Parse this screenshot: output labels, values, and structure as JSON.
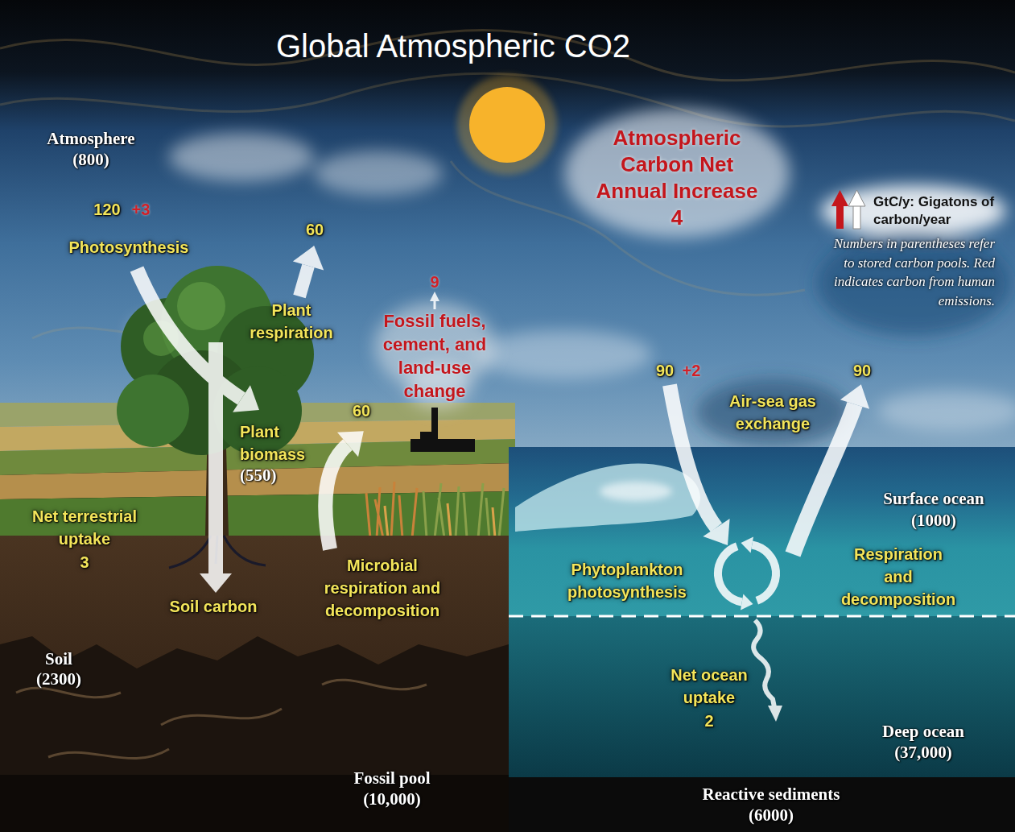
{
  "diagram": {
    "title": "Global Atmospheric CO2",
    "labels": [
      "Atmosphere",
      "(800)",
      "120",
      "+3",
      "Photosynthesis",
      "60",
      "Plant respiration",
      "9",
      "Fossil fuels, cement, and land-use change",
      "60",
      "Plant biomass",
      "(550)",
      "Net terrestrial uptake",
      "3",
      "Soil carbon",
      "Microbial respiration and decomposition",
      "Soil",
      "(2300)",
      "Fossil pool",
      "(10,000)",
      "Atmospheric Carbon Net Annual Increase",
      "4",
      "Numbers in parentheses refer to stored carbon pools. Red indicates carbon from human emissions.",
      "90",
      "+2",
      "90",
      "Air-sea gas exchange",
      "Surface ocean",
      "(1000)",
      "Phytoplankton photosynthesis",
      "Respiration and decomposition",
      "Net ocean uptake",
      "2",
      "Deep ocean",
      "(37,000)",
      "Reactive sediments",
      "(6000)"
    ],
    "legend": [
      {
        "text": "GtC/y: Gigatons of carbon/year"
      }
    ]
  }
}
